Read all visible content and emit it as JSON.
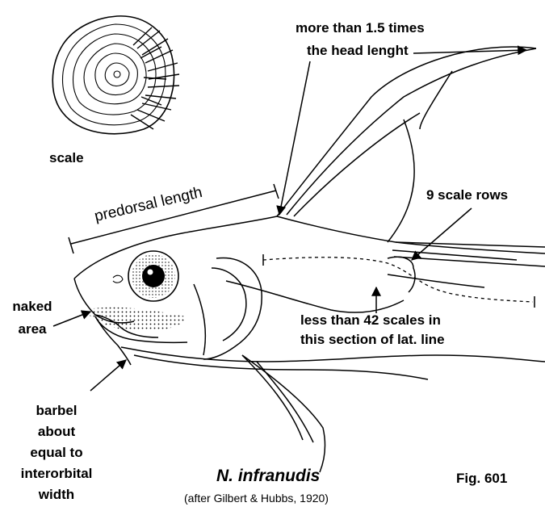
{
  "labels": {
    "scale": "scale",
    "head_length_line1": "more than 1.5 times",
    "head_length_line2": "the head lenght",
    "predorsal": "predorsal length",
    "scale_rows": "9 scale rows",
    "naked_line1": "naked",
    "naked_line2": "area",
    "lat_line1": "less than 42 scales in",
    "lat_line2": "this section of lat. line",
    "barbel_line1": "barbel",
    "barbel_line2": "about",
    "barbel_line3": "equal to",
    "barbel_line4": "interorbital",
    "barbel_line5": "width"
  },
  "caption": {
    "species": "N. infranudis",
    "figure": "Fig. 601",
    "credit": "(after Gilbert & Hubbs, 1920)"
  }
}
